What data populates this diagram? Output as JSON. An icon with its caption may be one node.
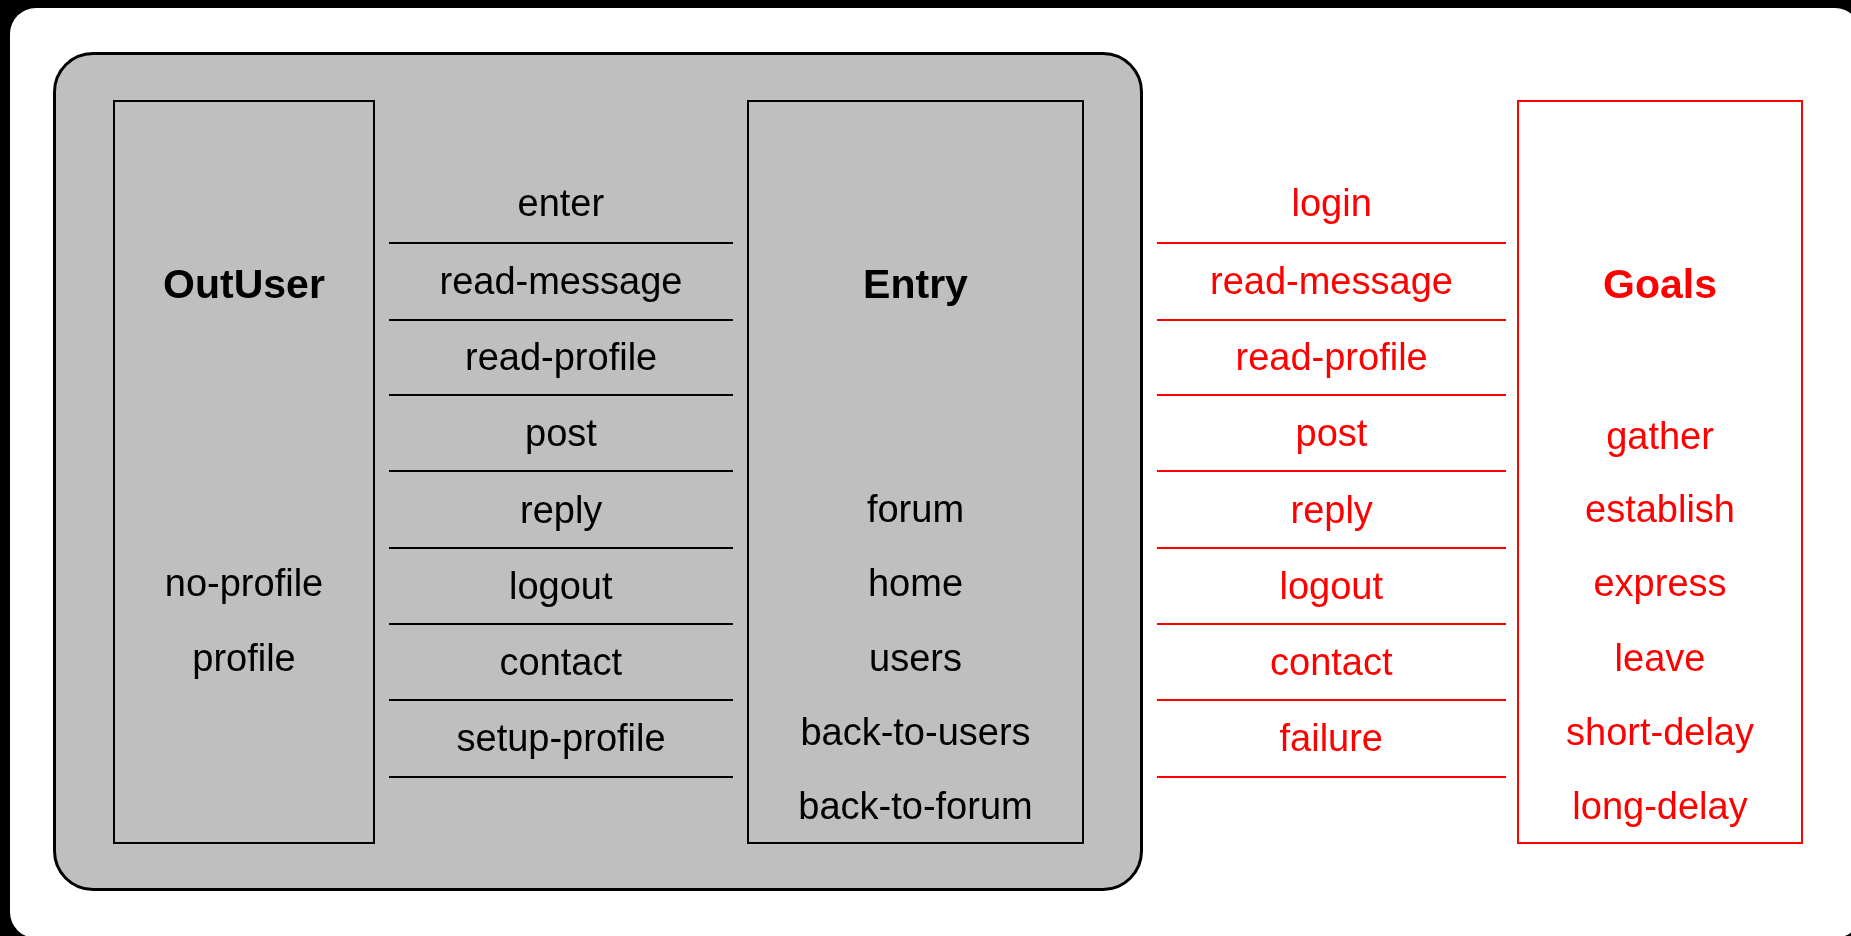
{
  "diagram": {
    "nodes": [
      {
        "text": [],
        "shape": "box"
      },
      {
        "text": [
          "OutUser",
          "no-profile",
          "profile"
        ],
        "in": 0
      },
      {
        "text": [
          "Entry",
          "forum",
          "home",
          "users",
          "back-to-users",
          "back-to-forum"
        ],
        "in": 0
      },
      {
        "text": [
          "Goals",
          "gather",
          "establish",
          "express",
          "leave",
          "short-delay",
          "long-delay"
        ]
      }
    ],
    "edges": [],
    "labels": [
      "enter",
      "read-message",
      "read-profile",
      "post",
      "reply",
      "logout",
      "contact",
      "setup-profile",
      "login",
      "read-message",
      "read-profile",
      "post",
      "reply",
      "logout",
      "contact",
      "failure"
    ]
  }
}
